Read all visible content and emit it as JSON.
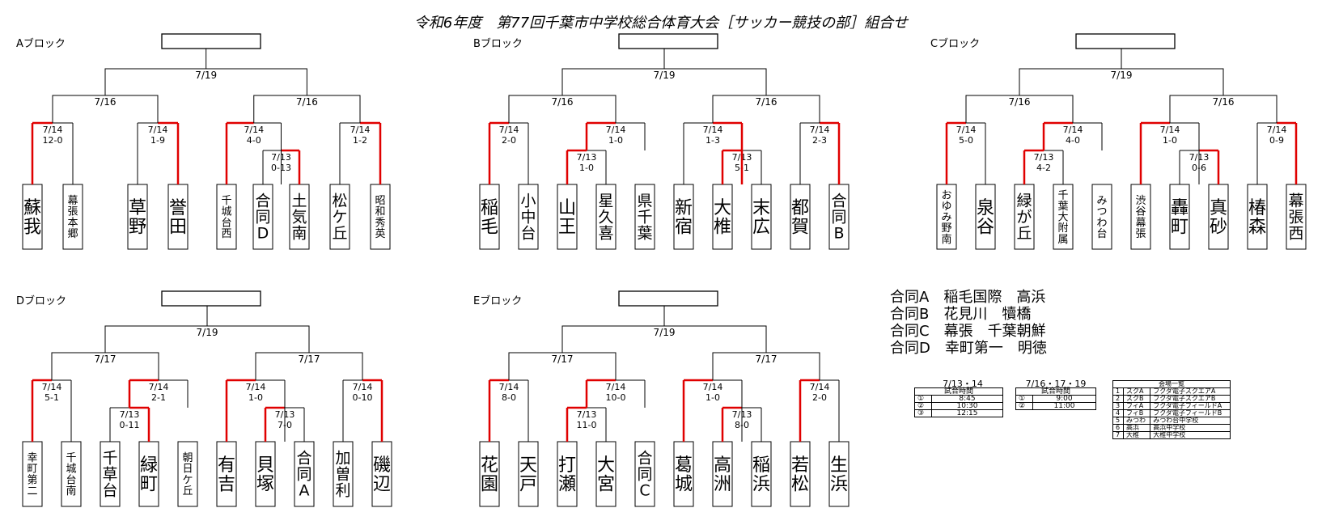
{
  "title": "令和6年度　第77回千葉市中学校総合体育大会［サッカー競技の部］組合せ",
  "blocks": [
    {
      "name": "Aブロック",
      "final": "7/19",
      "semi": "7/16",
      "teams": [
        "蘇我",
        "幕張本郷",
        "草野",
        "誉田",
        "千城台西",
        "合同D",
        "土気南",
        "松ケ丘",
        "昭和秀英"
      ],
      "m1": {
        "date": "7/14",
        "score": "12-0"
      },
      "m2": {
        "date": "7/14",
        "score": "1-9"
      },
      "m3": {
        "date": "7/14",
        "score": "4-0"
      },
      "m3p": {
        "date": "7/13",
        "score": "0-13"
      },
      "m4": {
        "date": "7/14",
        "score": "1-2"
      }
    },
    {
      "name": "Bブロック",
      "final": "7/19",
      "semi": "7/16",
      "teams": [
        "稲毛",
        "小中台",
        "山王",
        "星久喜",
        "県千葉",
        "新宿",
        "大椎",
        "末広",
        "都賀",
        "合同B"
      ],
      "m1": {
        "date": "7/14",
        "score": "2-0"
      },
      "m2p": {
        "date": "7/13",
        "score": "1-0"
      },
      "m2": {
        "date": "7/14",
        "score": "1-0"
      },
      "m3": {
        "date": "7/14",
        "score": "1-3"
      },
      "m3p": {
        "date": "7/13",
        "score": "5-1"
      },
      "m4": {
        "date": "7/14",
        "score": "2-3"
      }
    },
    {
      "name": "Cブロック",
      "final": "7/19",
      "semi": "7/16",
      "teams": [
        "おゆみ野南",
        "泉谷",
        "緑が丘",
        "千葉大附属",
        "みつわ台",
        "渋谷幕張",
        "轟町",
        "真砂",
        "椿森",
        "幕張西"
      ],
      "m1": {
        "date": "7/14",
        "score": "5-0"
      },
      "m2p": {
        "date": "7/13",
        "score": "4-2"
      },
      "m2": {
        "date": "7/14",
        "score": "4-0"
      },
      "m3": {
        "date": "7/14",
        "score": "1-0"
      },
      "m3p": {
        "date": "7/13",
        "score": "0-6"
      },
      "m4": {
        "date": "7/14",
        "score": "0-9"
      }
    },
    {
      "name": "Dブロック",
      "final": "7/19",
      "semi": "7/17",
      "teams": [
        "幸町第二",
        "千城台南",
        "千草台",
        "緑町",
        "朝日ケ丘",
        "有吉",
        "貝塚",
        "合同A",
        "加曽利",
        "磯辺"
      ],
      "m1": {
        "date": "7/14",
        "score": "5-1"
      },
      "m2p": {
        "date": "7/13",
        "score": "0-11"
      },
      "m2": {
        "date": "7/14",
        "score": "2-1"
      },
      "m3": {
        "date": "7/14",
        "score": "1-0"
      },
      "m3p": {
        "date": "7/13",
        "score": "7-0"
      },
      "m4": {
        "date": "7/14",
        "score": "0-10"
      }
    },
    {
      "name": "Eブロック",
      "final": "7/19",
      "semi": "7/17",
      "teams": [
        "花園",
        "天戸",
        "打瀬",
        "大宮",
        "合同C",
        "葛城",
        "高洲",
        "稲浜",
        "若松",
        "生浜"
      ],
      "m1": {
        "date": "7/14",
        "score": "8-0"
      },
      "m2p": {
        "date": "7/13",
        "score": "11-0"
      },
      "m2": {
        "date": "7/14",
        "score": "10-0"
      },
      "m3": {
        "date": "7/14",
        "score": "1-0"
      },
      "m3p": {
        "date": "7/13",
        "score": "8-0"
      },
      "m4": {
        "date": "7/14",
        "score": "2-0"
      }
    }
  ],
  "joint_teams": [
    "合同A　稲毛国際　高浜",
    "合同B　花見川　犢橋",
    "合同C　幕張　千葉朝鮮",
    "合同D　幸町第一　明徳"
  ],
  "schedule_1": {
    "caption": "7/13・14",
    "header": "試合時間",
    "rows": [
      [
        "①",
        "8:45"
      ],
      [
        "②",
        "10:30"
      ],
      [
        "③",
        "12:15"
      ]
    ]
  },
  "schedule_2": {
    "caption": "7/16・17・19",
    "header": "試合時間",
    "rows": [
      [
        "①",
        "9:00"
      ],
      [
        "②",
        "11:00"
      ]
    ]
  },
  "venues": {
    "header": "会場一覧",
    "rows": [
      [
        "1",
        "スクA",
        "フクダ電子スクエアA"
      ],
      [
        "2",
        "スクB",
        "フクダ電子スクエアB"
      ],
      [
        "3",
        "フィA",
        "フクダ電子フィールドA"
      ],
      [
        "4",
        "フィB",
        "フクダ電子フィールドB"
      ],
      [
        "5",
        "みつわ",
        "みつわ台中学校"
      ],
      [
        "6",
        "高浜",
        "高浜中学校"
      ],
      [
        "7",
        "大椎",
        "大椎中学校"
      ]
    ]
  },
  "colors": {
    "winner": "#e00000",
    "line": "#000000"
  }
}
